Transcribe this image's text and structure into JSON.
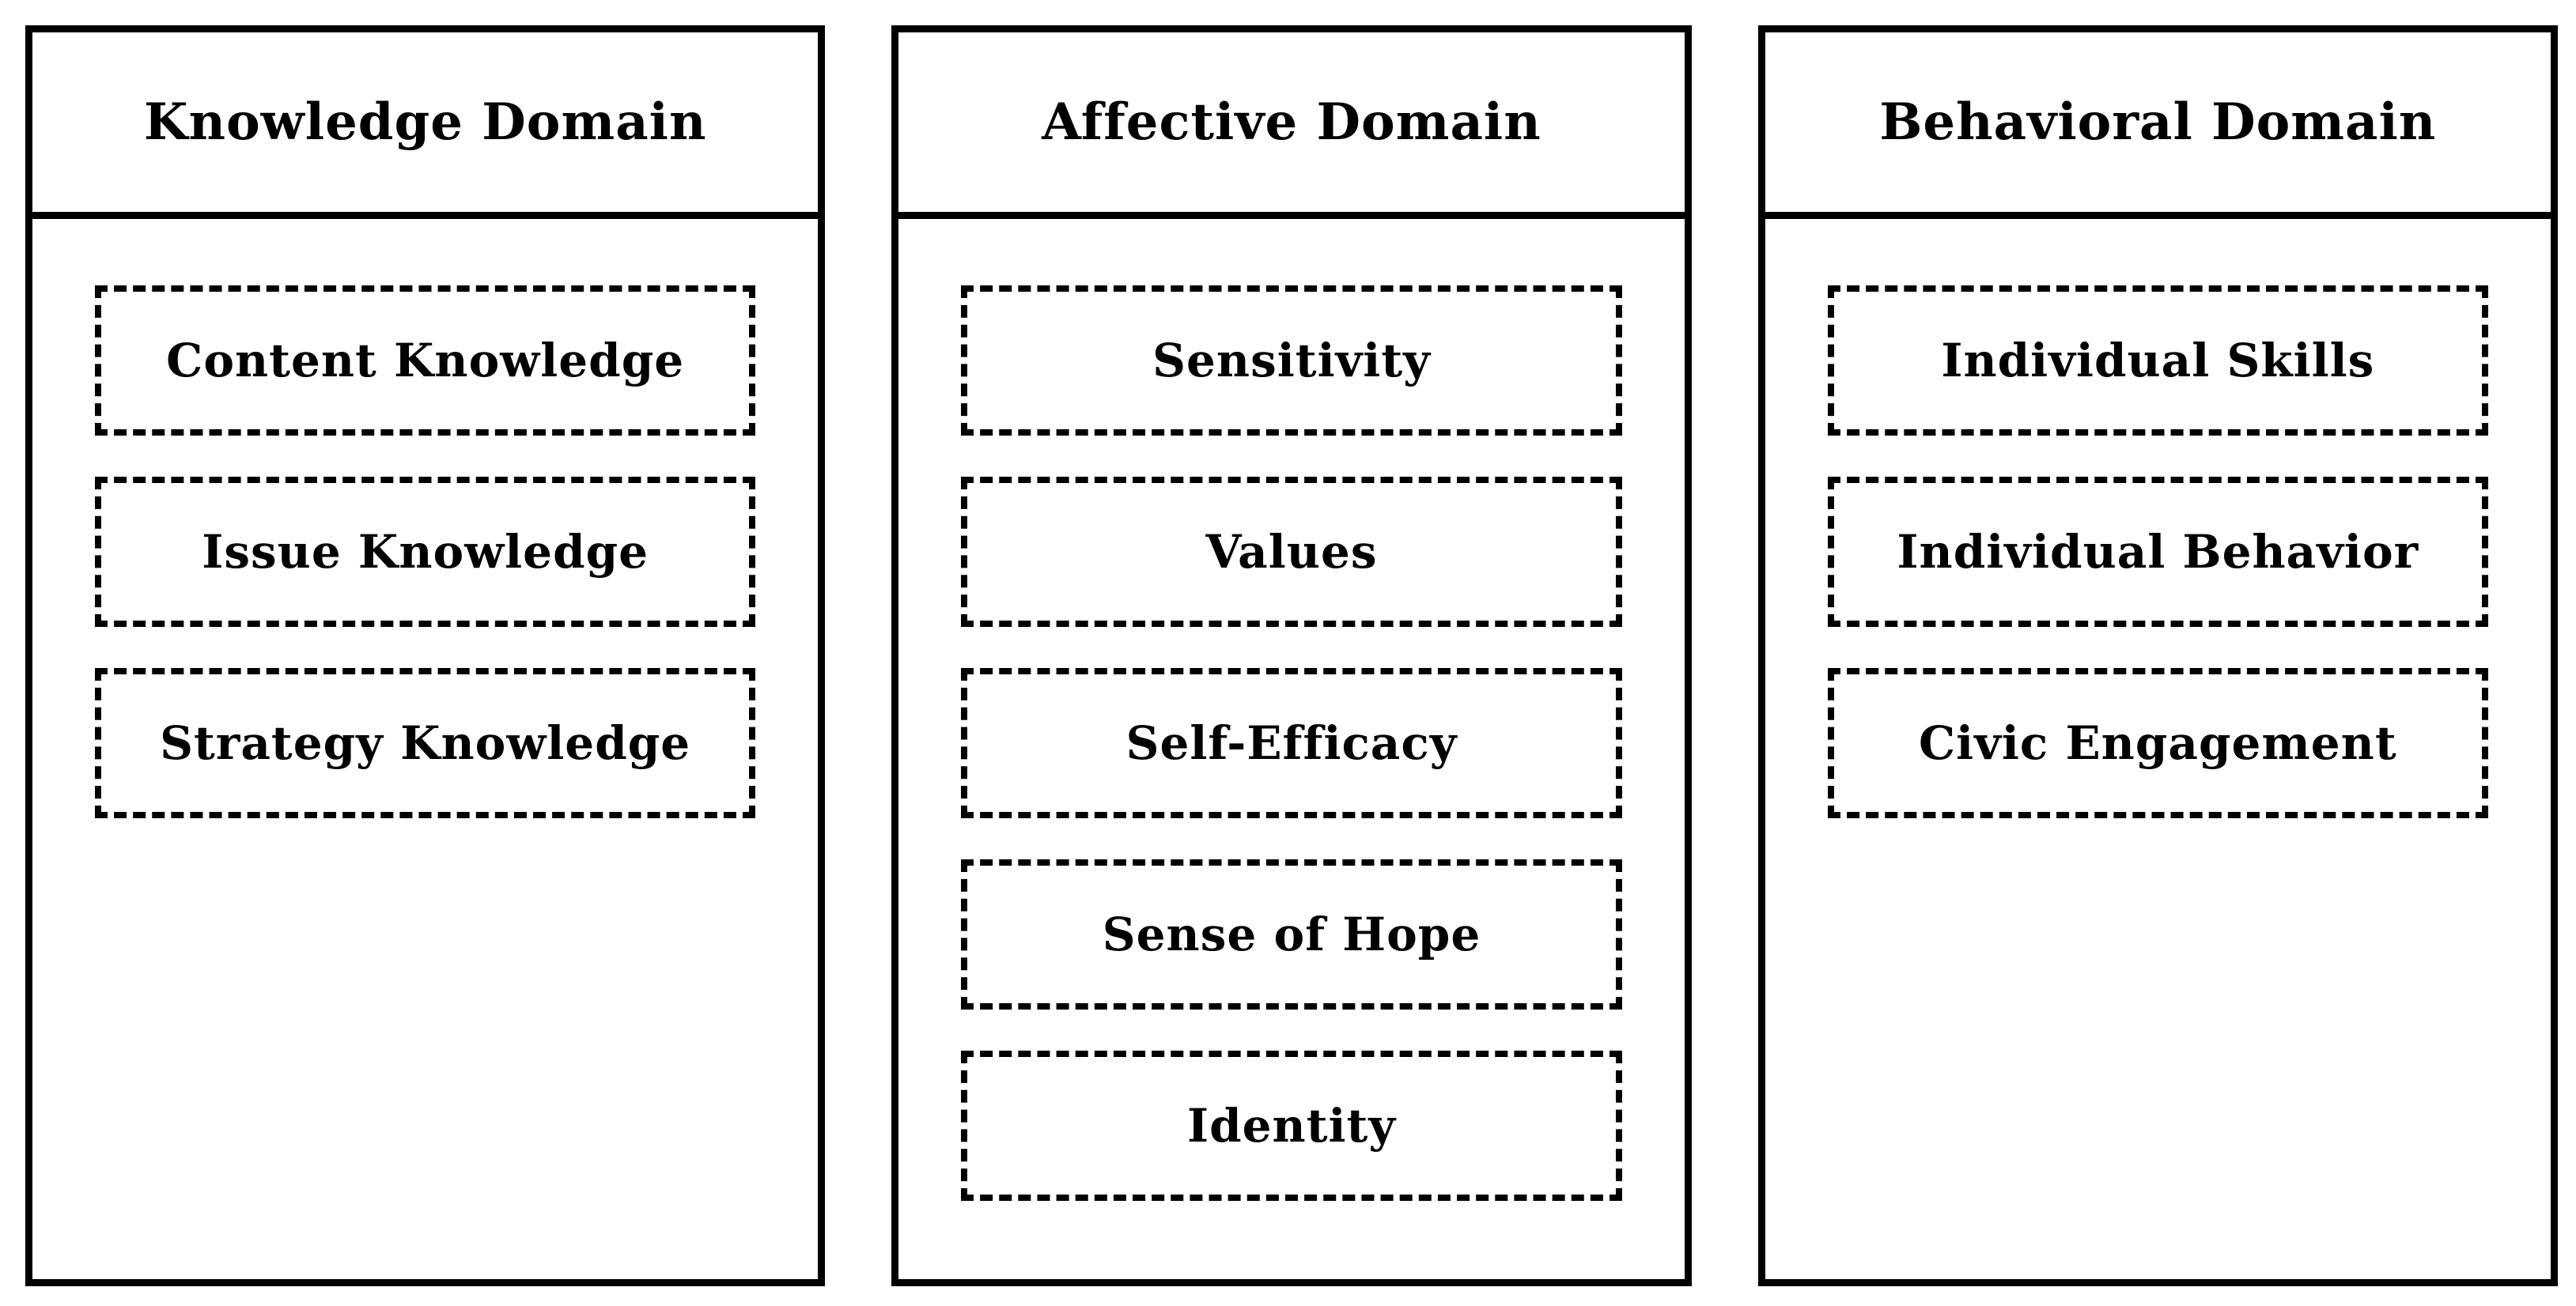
{
  "diagram": {
    "colors": {
      "background": "#ffffff",
      "border": "#000000",
      "text": "#000000"
    },
    "columns": [
      {
        "title": "Knowledge Domain",
        "items": [
          "Content Knowledge",
          "Issue Knowledge",
          "Strategy Knowledge"
        ]
      },
      {
        "title": "Affective Domain",
        "items": [
          "Sensitivity",
          "Values",
          "Self-Efficacy",
          "Sense of Hope",
          "Identity"
        ]
      },
      {
        "title": "Behavioral Domain",
        "items": [
          "Individual Skills",
          "Individual Behavior",
          "Civic Engagement"
        ]
      }
    ]
  }
}
